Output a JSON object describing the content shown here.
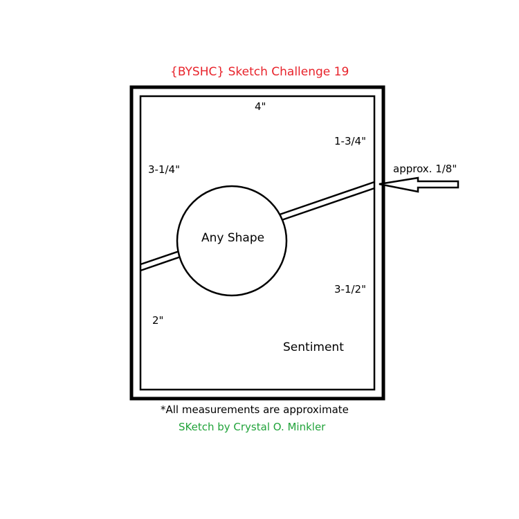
{
  "title": "{BYSHC} Sketch Challenge 19",
  "colors": {
    "title": "#e8232b",
    "credit": "#21a33a",
    "ink": "#000000",
    "paper": "#ffffff"
  },
  "labels": {
    "top_width": "4\"",
    "top_right": "1-3/4\"",
    "left_upper": "3-1/4\"",
    "strip": "approx. 1/8\"",
    "shape": "Any Shape",
    "right_lower": "3-1/2\"",
    "left_lower": "2\"",
    "sentiment": "Sentiment"
  },
  "footer": {
    "note": "*All measurements are approximate",
    "credit": "SKetch by Crystal O. Minkler"
  },
  "icons": {
    "pointer": "arrow-left-icon"
  }
}
